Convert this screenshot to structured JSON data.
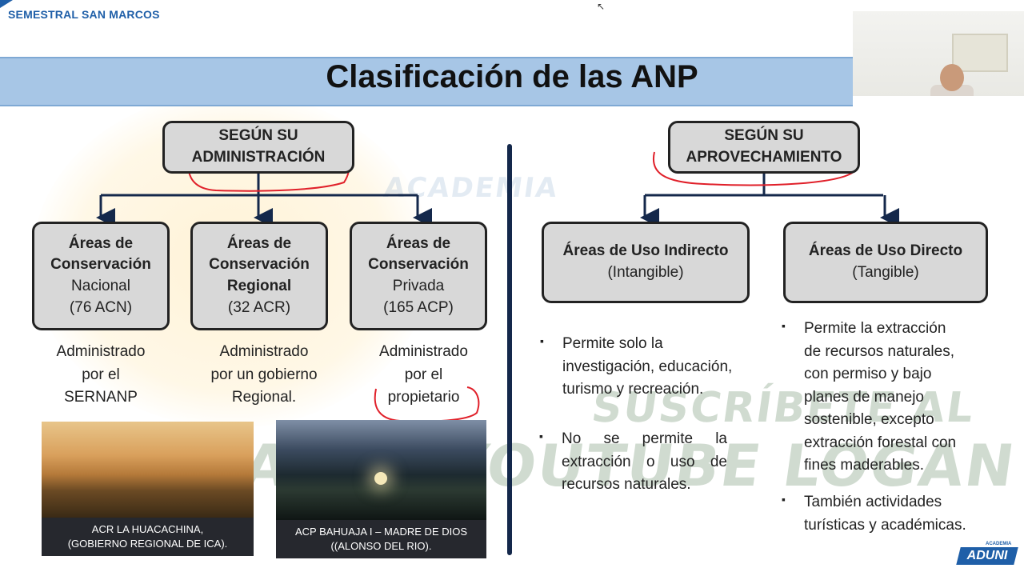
{
  "header": {
    "brand": "SEMESTRAL SAN MARCOS"
  },
  "slide": {
    "title": "Clasificación de las ANP",
    "left": {
      "heading_line1": "SEGÚN SU",
      "heading_line2": "ADMINISTRACIÓN",
      "areas": [
        {
          "line1": "Áreas de",
          "line2": "Conservación",
          "line3": "Nacional",
          "line4": "(76 ACN)",
          "desc1": "Administrado",
          "desc2": "por el",
          "desc3": "SERNANP"
        },
        {
          "line1": "Áreas de",
          "line2": "Conservación",
          "line3": "Regional",
          "line4": "(32 ACR)",
          "desc1": "Administrado",
          "desc2": "por un gobierno",
          "desc3": "Regional."
        },
        {
          "line1": "Áreas de",
          "line2": "Conservación",
          "line3": "Privada",
          "line4": "(165 ACP)",
          "desc1": "Administrado",
          "desc2": "por el",
          "desc3": "propietario"
        }
      ],
      "photos": [
        {
          "caption1": "ACR LA HUACACHINA,",
          "caption2": "(GOBIERNO REGIONAL DE ICA)."
        },
        {
          "caption1": "ACP  BAHUAJA I – MADRE DE DIOS",
          "caption2": "((ALONSO DEL RIO)."
        }
      ]
    },
    "right": {
      "heading_line1": "SEGÚN SU",
      "heading_line2": "APROVECHAMIENTO",
      "indirect": {
        "title": "Áreas de Uso Indirecto",
        "subtitle": "(Intangible)"
      },
      "direct": {
        "title": "Áreas de Uso Directo",
        "subtitle": "(Tangible)"
      },
      "indirect_bullets": [
        [
          "Permite solo la",
          "investigación, educación,",
          "turismo y recreación."
        ],
        [
          "No se permite la",
          "extracción o uso de",
          "recursos naturales."
        ]
      ],
      "direct_bullets": [
        [
          "Permite la extracción",
          "de recursos  naturales,",
          "con permiso y bajo",
          "planes de manejo",
          "sostenible, excepto",
          "extracción forestal con",
          "fines maderables."
        ],
        [
          "También actividades",
          "turísticas y académicas."
        ]
      ],
      "bullet_symbol": "▪"
    }
  },
  "watermark": {
    "line1": "SUSCRÍBETE AL",
    "line2": "CANAL YOUTUBE LOGAN MATHS",
    "line3": "ACADEMIA"
  },
  "footer": {
    "logo_small": "ACADEMIA",
    "logo": "ADUNI"
  },
  "colors": {
    "banner": "#a7c6e6",
    "brand": "#1f5fa8",
    "divider": "#14284b",
    "box_fill": "#d8d8d8",
    "annotation": "#e0202a"
  }
}
